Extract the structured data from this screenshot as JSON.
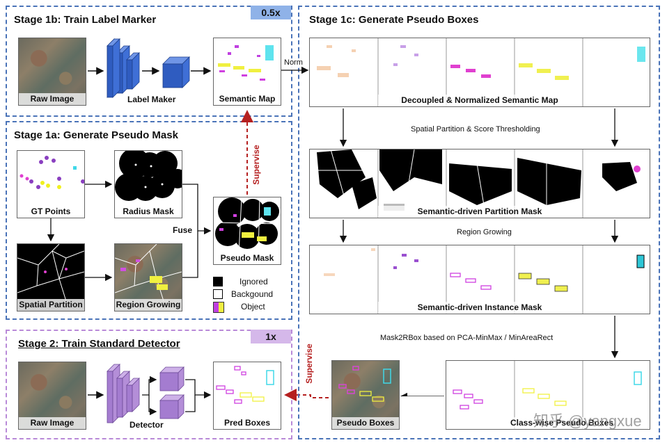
{
  "stages": {
    "s1b": {
      "title": "Stage 1b: Train Label Marker",
      "scale": "0.5x"
    },
    "s1a": {
      "title": "Stage 1a: Generate Pseudo Mask"
    },
    "s2": {
      "title": "Stage 2: Train Standard Detector",
      "scale": "1x"
    },
    "s1c": {
      "title": "Stage 1c: Generate Pseudo Boxes"
    }
  },
  "captions": {
    "raw_image": "Raw Image",
    "label_maker": "Label Maker",
    "semantic_map": "Semantic Map",
    "gt_points": "GT Points",
    "radius_mask": "Radius Mask",
    "spatial_partition": "Spatial Partition",
    "region_growing": "Region Growing",
    "pseudo_mask": "Pseudo Mask",
    "fuse": "Fuse",
    "supervise": "Supervise",
    "detector": "Detector",
    "pred_boxes": "Pred Boxes",
    "pseudo_boxes": "Pseudo Boxes",
    "norm": "Norm",
    "decoupled_map": "Decoupled & Normalized Semantic Map",
    "step_partition": "Spatial Partition & Score Thresholding",
    "partition_mask": "Semantic-driven Partition Mask",
    "step_region": "Region Growing",
    "instance_mask": "Semantic-driven Instance Mask",
    "step_mask2rbox": "Mask2RBox based on PCA-MinMax / MinAreaRect",
    "classwise_boxes": "Class-wise Pseudo Boxes"
  },
  "legend": {
    "ignored": "Ignored",
    "background": "Backgound",
    "object": "Object"
  },
  "watermark": "知乎 @yangxue",
  "colors": {
    "blue_stage": "#4a73b8",
    "purple_stage": "#b98ad8",
    "cube_blue": "#3f6fd6",
    "cube_purple": "#b48ed8",
    "supervise": "#b52020"
  }
}
